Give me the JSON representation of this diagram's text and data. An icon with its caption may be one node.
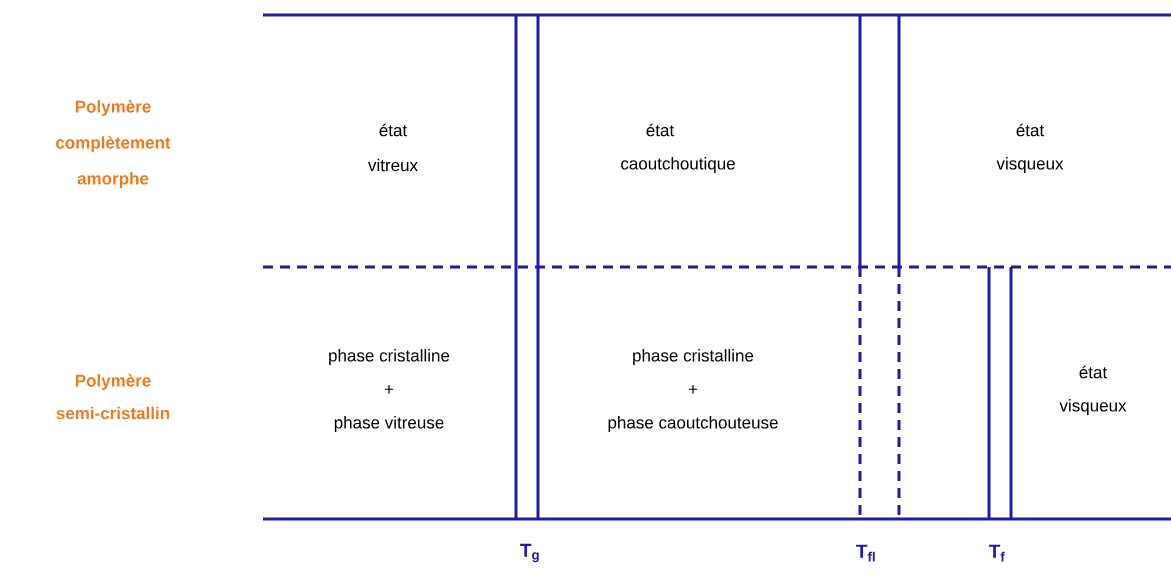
{
  "diagram": {
    "labels": [
      "Polymère",
      "complètement",
      "amorphe",
      "état",
      "vitreux",
      "état",
      "caoutchoutique",
      "état",
      "visqueux",
      "Polymère",
      "semi-cristallin",
      "phase cristalline",
      "+",
      "phase vitreuse",
      "phase cristalline",
      "+",
      "phase caoutchouteuse",
      "état",
      "visqueux",
      "T$_{g}$",
      "T$_{fl}$",
      "T$_{f}$"
    ]
  }
}
